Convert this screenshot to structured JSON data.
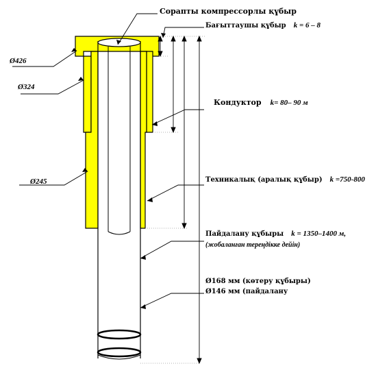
{
  "labels": {
    "compressor_pipe": "Сорапты компрессорлы құбыр",
    "guide_pipe": "Бағыттаушы құбыр",
    "guide_depth": "k = 6 – 8",
    "conductor": "Кондуктор",
    "conductor_depth": "k= 80– 90 м",
    "technical": "Техникалық (аралық құбыр)",
    "technical_depth": "k =750-800",
    "production": "Пайдалану құбыры",
    "production_depth": "k = 1350–1400 м,",
    "production_note": "(жобаланған тереңдікке дейін)",
    "lift_pipe": "Ø168 мм (көтеру құбыры)",
    "op_pipe": "Ø146 мм (пайдалану"
  },
  "diameters": {
    "d426": "Ø426",
    "d324": "Ø324",
    "d245": "Ø245"
  },
  "colors": {
    "casing_fill": "#ffff00",
    "line": "#000000",
    "dotted": "#999999"
  }
}
